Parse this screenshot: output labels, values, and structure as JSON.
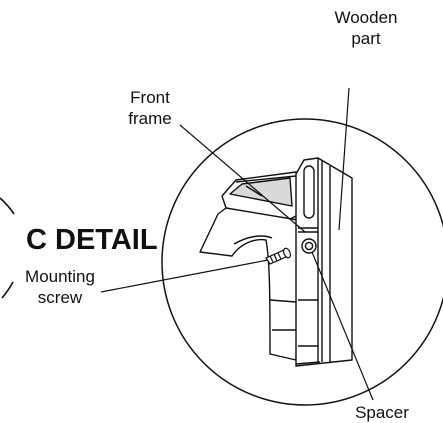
{
  "detail": {
    "title": "C DETAIL"
  },
  "labels": {
    "wooden_part": [
      "Wooden",
      "part"
    ],
    "front_frame": [
      "Front",
      "frame"
    ],
    "mounting_screw": [
      "Mounting",
      "screw"
    ],
    "spacer": "Spacer"
  },
  "colors": {
    "line": "#111111",
    "background": "#ffffff",
    "shade": "#d9d9d9"
  }
}
